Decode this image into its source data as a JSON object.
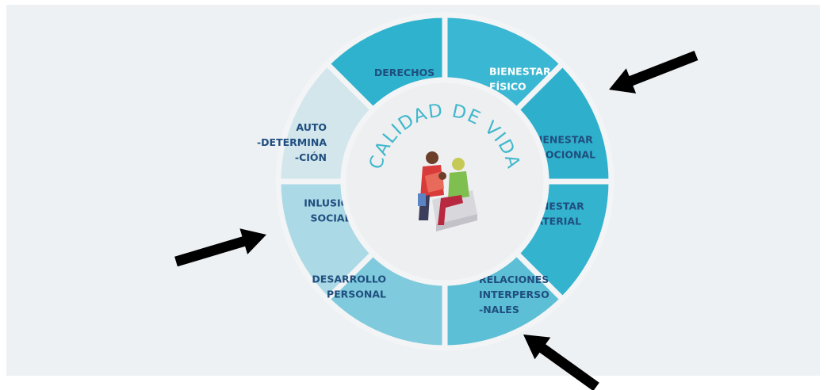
{
  "center": {
    "title": "CALIDAD DE VIDA",
    "title_color": "#3fb8cc",
    "illustration_icon": "reading-couple-illustration"
  },
  "segments": [
    {
      "key": "derechos",
      "lines": [
        "DERECHOS"
      ],
      "fill": "#2fb2cd",
      "text": "#1f4e7f"
    },
    {
      "key": "bienestar-fisico",
      "lines": [
        "BIENESTAR",
        "FÍSICO"
      ],
      "fill": "#3ab7d2",
      "text": "#ffffff"
    },
    {
      "key": "bienestar-emocional",
      "lines": [
        "BIENESTAR",
        "EMOCIONAL"
      ],
      "fill": "#2eb0cc",
      "text": "#1f4e7f"
    },
    {
      "key": "bienestar-material",
      "lines": [
        "BIENESTAR",
        "MATERIAL"
      ],
      "fill": "#33b3ce",
      "text": "#1f4e7f"
    },
    {
      "key": "relaciones-interpersonales",
      "lines": [
        "RELACIONES",
        "INTERPERSO",
        "-NALES"
      ],
      "fill": "#5cbfd6",
      "text": "#1f4e7f"
    },
    {
      "key": "desarrollo-personal",
      "lines": [
        "DESARROLLO",
        "PERSONAL"
      ],
      "fill": "#7fcbdd",
      "text": "#1f4e7f"
    },
    {
      "key": "inclusion-social",
      "lines": [
        "INLUSIÓN",
        "SOCIAL"
      ],
      "fill": "#abd9e5",
      "text": "#1f4e7f"
    },
    {
      "key": "autodeterminacion",
      "lines": [
        "AUTO",
        "-DETERMINA",
        "-CIÓN"
      ],
      "fill": "#d2e6ec",
      "text": "#1f4e7f"
    }
  ],
  "arrows": [
    {
      "key": "bienestar-emocional",
      "icon": "arrow-icon",
      "color": "#000000"
    },
    {
      "key": "inclusion-social",
      "icon": "arrow-icon",
      "color": "#000000"
    },
    {
      "key": "relaciones-interpersonales",
      "icon": "arrow-icon",
      "color": "#000000"
    }
  ],
  "colors": {
    "background": "#eef1f4",
    "divider": "#f2f4f6",
    "center_fill": "#eeeff1"
  }
}
